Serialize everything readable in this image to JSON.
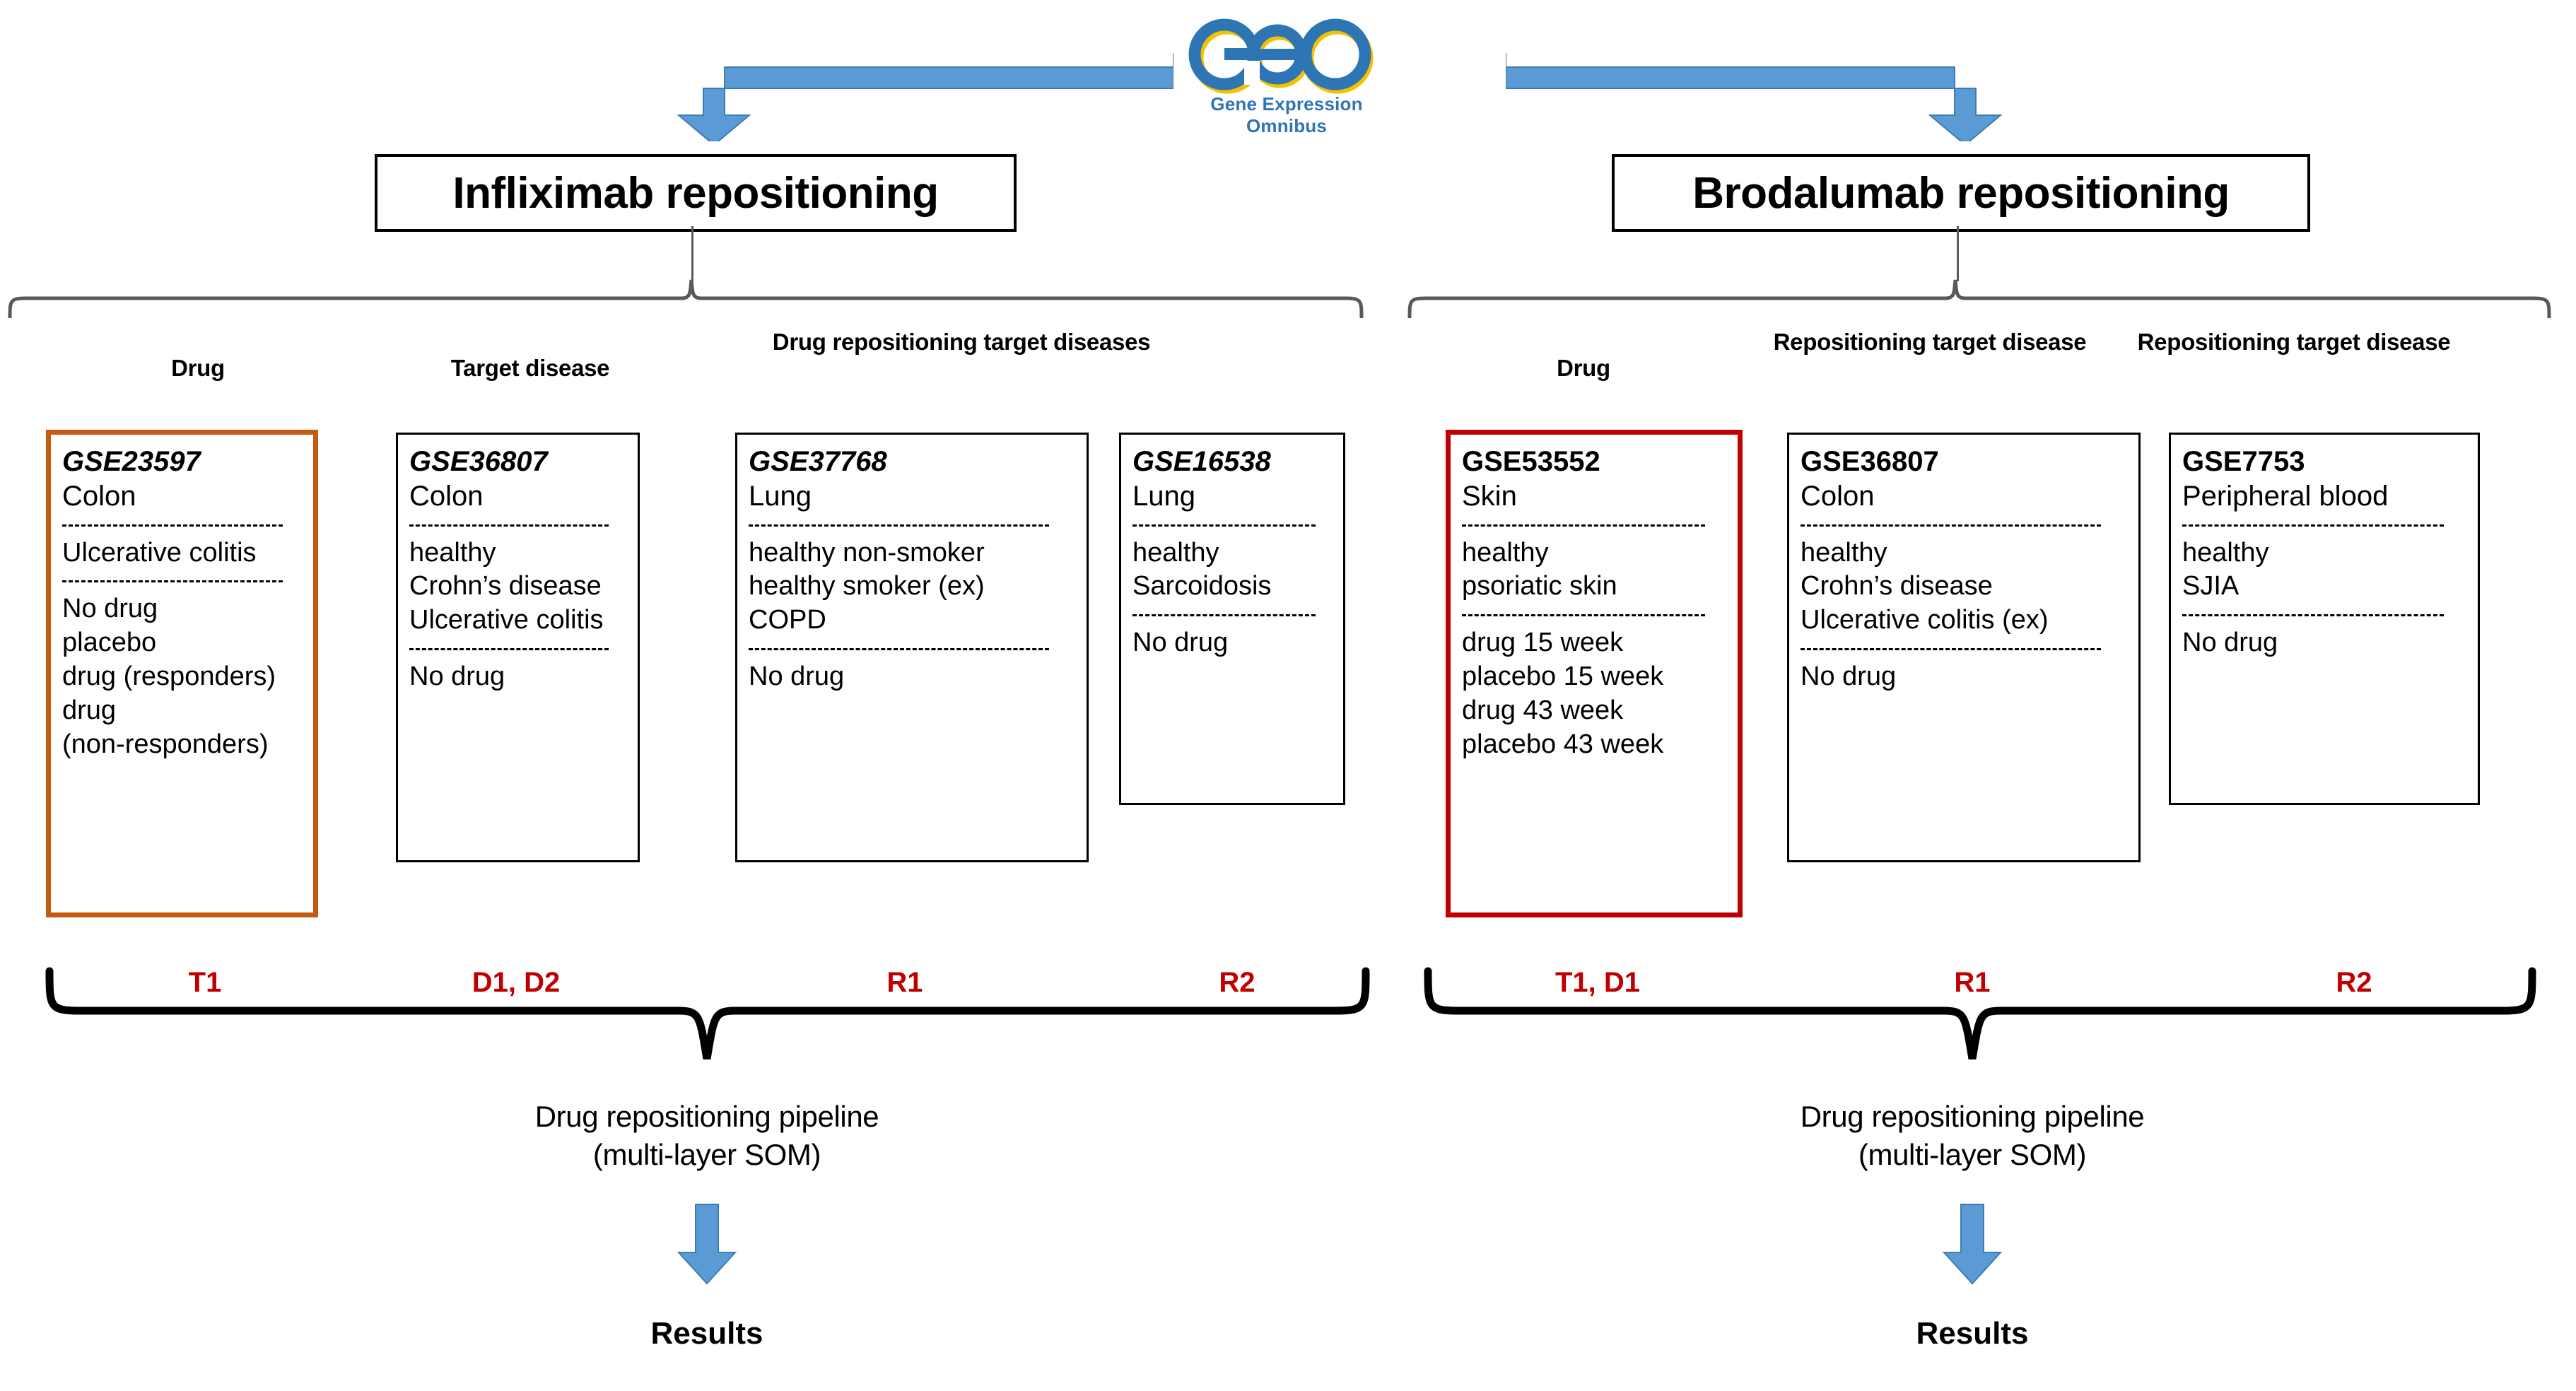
{
  "source": {
    "logo_name": "geo-logo",
    "logo_caption": "Gene Expression Omnibus"
  },
  "colors": {
    "arrow_blue": "#5B9BD5",
    "accent_orange": "#C55A11",
    "accent_red": "#C00000",
    "stage_label_red": "#C00000",
    "brace_gray": "#595959",
    "logo_blue": "#2E75B6",
    "logo_gold": "#F2C200"
  },
  "panels": [
    {
      "id": "infliximab",
      "title": "Infliximab repositioning",
      "column_headers": [
        "Drug",
        "Target disease",
        "Drug repositioning  target diseases"
      ],
      "datasets": [
        {
          "gse": "GSE23597",
          "tissue": "Colon",
          "id_style": "bold-italic",
          "accent": "orange",
          "groups": [
            "Ulcerative colitis"
          ],
          "treatments": [
            "No drug",
            "placebo",
            "drug (responders)",
            "drug",
            "(non-responders)"
          ]
        },
        {
          "gse": "GSE36807",
          "tissue": "Colon",
          "id_style": "bold-italic",
          "accent": "none",
          "groups": [
            "healthy",
            "Crohn’s disease",
            "Ulcerative colitis"
          ],
          "treatments": [
            "No drug"
          ]
        },
        {
          "gse": "GSE37768",
          "tissue": "Lung",
          "id_style": "bold-italic",
          "accent": "none",
          "groups": [
            "healthy non-smoker",
            "healthy smoker (ex)",
            "COPD"
          ],
          "treatments": [
            "No drug"
          ]
        },
        {
          "gse": "GSE16538",
          "tissue": "Lung",
          "id_style": "bold-italic",
          "accent": "none",
          "groups": [
            "healthy",
            "Sarcoidosis"
          ],
          "treatments": [
            "No drug"
          ]
        }
      ],
      "stage_labels": [
        "T1",
        "D1, D2",
        "R1",
        "R2"
      ],
      "pipeline_line1": "Drug repositioning pipeline",
      "pipeline_line2": "(multi-layer SOM)",
      "results": "Results"
    },
    {
      "id": "brodalumab",
      "title": "Brodalumab repositioning",
      "column_headers": [
        "Drug",
        "Repositioning target disease",
        "Repositioning target disease"
      ],
      "datasets": [
        {
          "gse": "GSE53552",
          "tissue": "Skin",
          "id_style": "bold",
          "accent": "red",
          "groups": [
            "healthy",
            "psoriatic skin"
          ],
          "treatments": [
            "drug 15 week",
            "placebo 15 week",
            "drug 43 week",
            "placebo 43 week"
          ]
        },
        {
          "gse": "GSE36807",
          "tissue": "Colon",
          "id_style": "bold",
          "accent": "none",
          "groups": [
            "healthy",
            "Crohn’s disease",
            "Ulcerative colitis (ex)"
          ],
          "treatments": [
            "No drug"
          ]
        },
        {
          "gse": "GSE7753",
          "tissue": "Peripheral blood",
          "id_style": "bold",
          "accent": "none",
          "groups": [
            "healthy",
            "SJIA"
          ],
          "treatments": [
            "No drug"
          ]
        }
      ],
      "stage_labels": [
        "T1, D1",
        "R1",
        "R2"
      ],
      "pipeline_line1": "Drug repositioning pipeline",
      "pipeline_line2": "(multi-layer SOM)",
      "results": "Results"
    }
  ]
}
